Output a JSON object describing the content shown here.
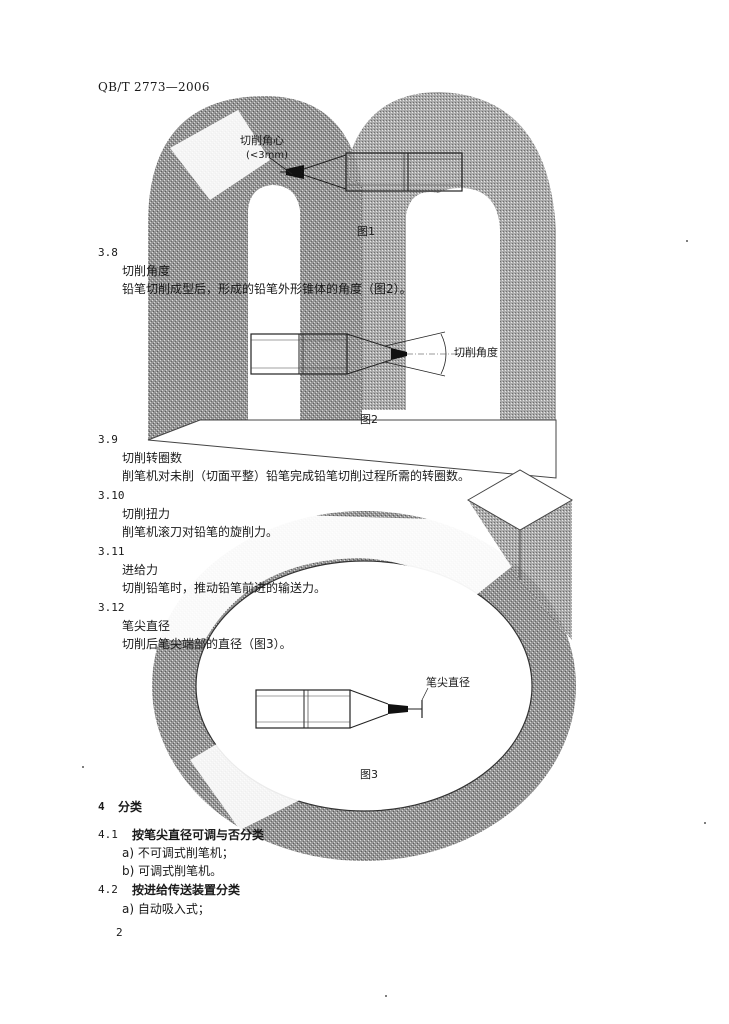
{
  "header": {
    "std_code": "QB/T 2773—2006"
  },
  "figures": {
    "fig1": {
      "label_title": "切削角心",
      "label_note": "(<3mm)",
      "caption": "图1"
    },
    "fig2": {
      "label": "切削角度",
      "caption": "图2"
    },
    "fig3": {
      "label": "笔尖直径",
      "caption": "图3"
    }
  },
  "sections": [
    {
      "num": "3.8",
      "title": "切削角度",
      "body": "铅笔切削成型后，形成的铅笔外形锥体的角度（图2）。"
    },
    {
      "num": "3.9",
      "title": "切削转圈数",
      "body": "削笔机对未削（切面平整）铅笔完成铅笔切削过程所需的转圈数。"
    },
    {
      "num": "3.10",
      "title": "切削扭力",
      "body": "削笔机滚刀对铅笔的旋削力。"
    },
    {
      "num": "3.11",
      "title": "进给力",
      "body": "切削铅笔时，推动铅笔前进的输送力。"
    },
    {
      "num": "3.12",
      "title": "笔尖直径",
      "body": "切削后笔尖端部的直径（图3）。"
    }
  ],
  "chapter": {
    "num": "4",
    "title": "分类"
  },
  "clauses": [
    {
      "num": "4.1",
      "title": "按笔尖直径可调与否分类",
      "items": [
        "a) 不可调式削笔机；",
        "b) 可调式削笔机。"
      ]
    },
    {
      "num": "4.2",
      "title": "按进给传送装置分类",
      "items": [
        "a) 自动吸入式；"
      ]
    }
  ],
  "footer": {
    "page_number": "2"
  }
}
